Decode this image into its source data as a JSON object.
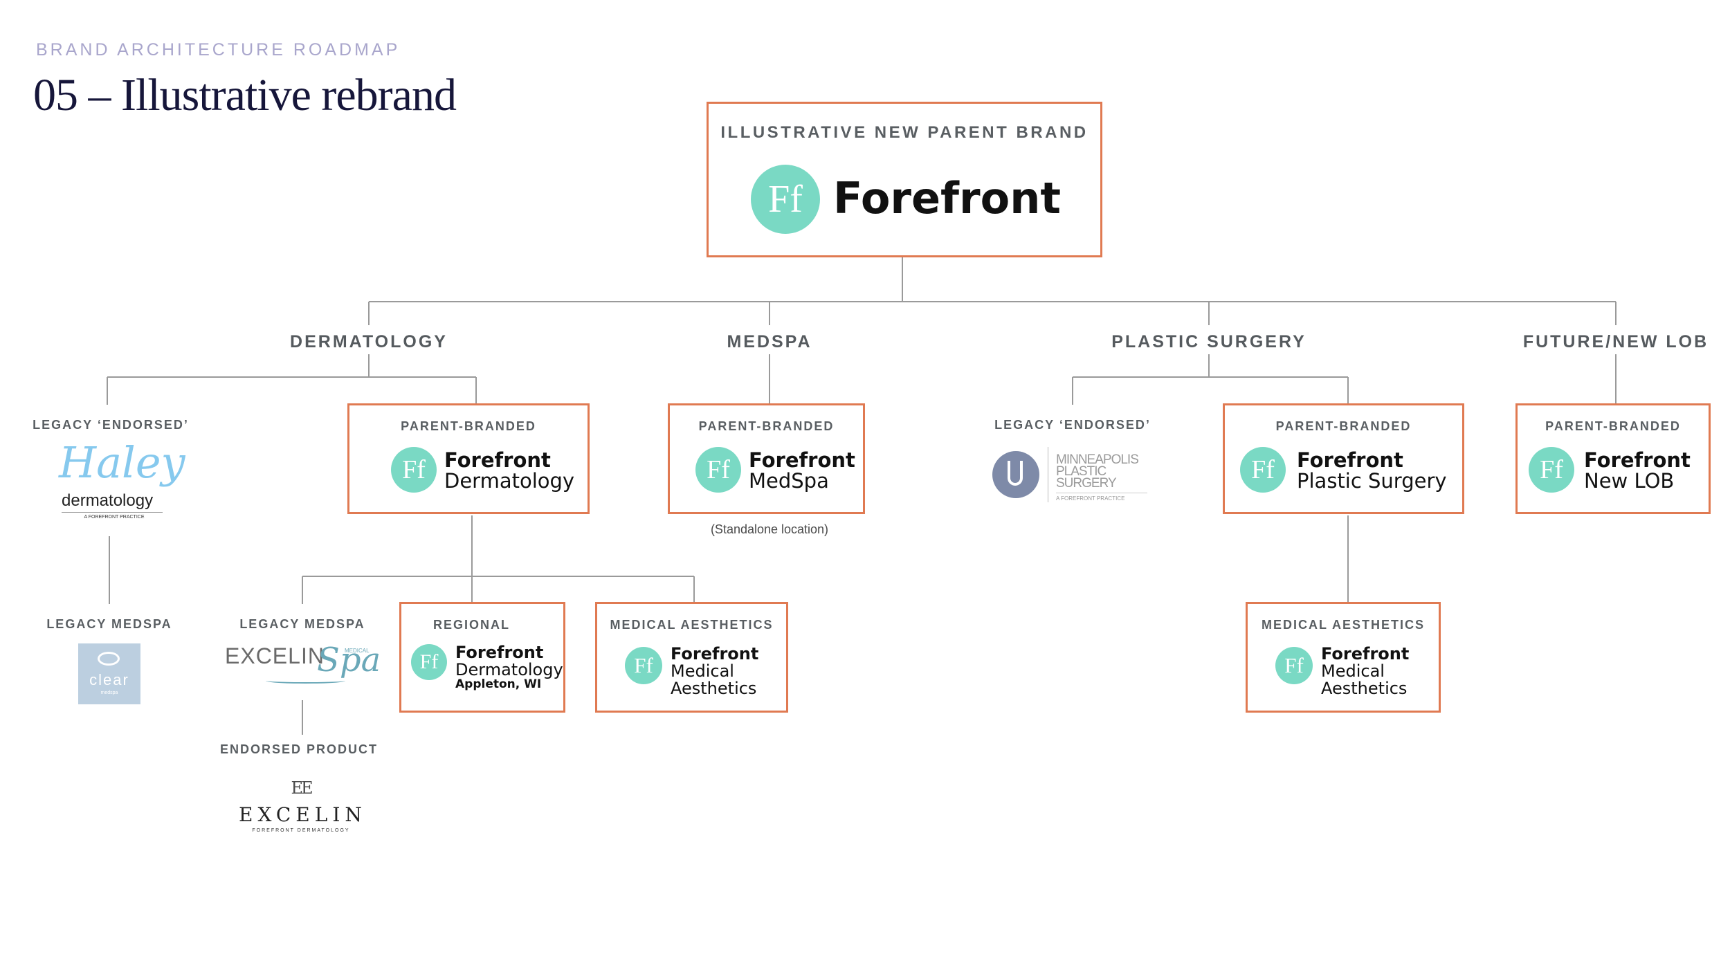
{
  "header": {
    "kicker": "BRAND ARCHITECTURE ROADMAP",
    "title": "05 – Illustrative rebrand"
  },
  "colors": {
    "accent_border": "#e07a52",
    "ff_mark": "#7ad9c4",
    "lines": "#9a9a9a",
    "title": "#16163a",
    "kicker": "#a9a6cc"
  },
  "parent": {
    "label": "ILLUSTRATIVE NEW PARENT BRAND",
    "mark": "Ff",
    "name": "Forefront"
  },
  "categories": {
    "derm": "DERMATOLOGY",
    "medspa": "MEDSPA",
    "plastic": "PLASTIC SURGERY",
    "future": "FUTURE/NEW LOB"
  },
  "derm": {
    "legacy_label": "LEGACY ‘ENDORSED’",
    "haley": {
      "script": "Haley",
      "word": "dermatology",
      "sub": "A FOREFRONT PRACTICE"
    },
    "legacy_medspa_label": "LEGACY MEDSPA",
    "clear": {
      "word": "clear",
      "sub": "medspa"
    },
    "parent_label": "PARENT-BRANDED",
    "parent_box": {
      "mark": "Ff",
      "line1": "Forefront",
      "line2": "Dermatology"
    },
    "legacy_medspa_label_2": "LEGACY MEDSPA",
    "excelin_spa": {
      "word": "EXCELIN",
      "script": "Spa",
      "small": "MEDICAL"
    },
    "endorsed_label": "ENDORSED PRODUCT",
    "excelin_product": {
      "mono": "EE",
      "word": "EXCELIN",
      "sub": "FOREFRONT DERMATOLOGY"
    },
    "regional_label": "REGIONAL",
    "regional_box": {
      "mark": "Ff",
      "line1": "Forefront",
      "line2": "Dermatology",
      "line3": "Appleton, WI"
    },
    "aesthetics_label": "MEDICAL AESTHETICS",
    "aesthetics_box": {
      "mark": "Ff",
      "line1": "Forefront",
      "line2": "Medical",
      "line3": "Aesthetics"
    }
  },
  "medspa": {
    "parent_label": "PARENT-BRANDED",
    "box": {
      "mark": "Ff",
      "line1": "Forefront",
      "line2": "MedSpa"
    },
    "note": "(Standalone location)"
  },
  "plastic": {
    "legacy_label": "LEGACY ‘ENDORSED’",
    "mps": {
      "l1": "MINNEAPOLIS",
      "l2": "PLASTIC",
      "l3": "SURGERY",
      "sub": "A FOREFRONT PRACTICE"
    },
    "parent_label": "PARENT-BRANDED",
    "box": {
      "mark": "Ff",
      "line1": "Forefront",
      "line2": "Plastic Surgery"
    },
    "aesthetics_label": "MEDICAL AESTHETICS",
    "aesthetics_box": {
      "mark": "Ff",
      "line1": "Forefront",
      "line2": "Medical",
      "line3": "Aesthetics"
    }
  },
  "future": {
    "parent_label": "PARENT-BRANDED",
    "box": {
      "mark": "Ff",
      "line1": "Forefront",
      "line2": "New LOB"
    }
  }
}
